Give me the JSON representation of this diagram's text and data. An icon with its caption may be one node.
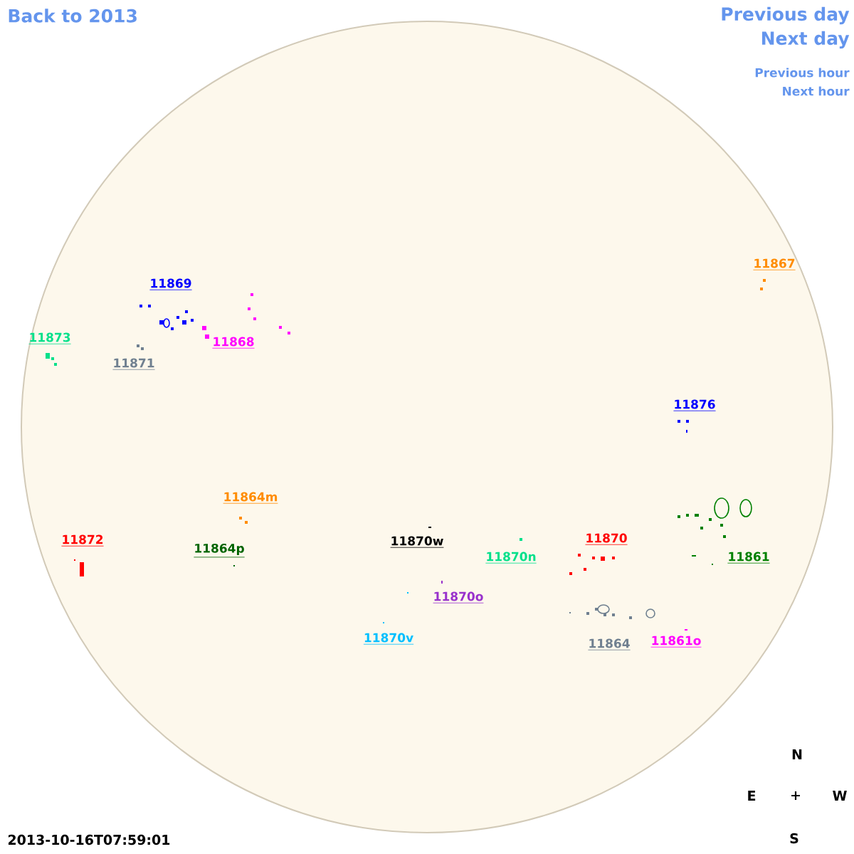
{
  "diagram": {
    "nodes": [
      {
        "text": [],
        "shape": "circle"
      },
      {
        "text": [
          "11867"
        ],
        "in": 0
      },
      {
        "text": [
          "11869"
        ],
        "in": 0
      },
      {
        "text": [
          "11873"
        ],
        "in": 0
      },
      {
        "text": [
          "11868"
        ],
        "in": 0
      },
      {
        "text": [
          "11871"
        ],
        "in": 0
      },
      {
        "text": [
          "11876"
        ],
        "in": 0
      },
      {
        "text": [
          "11864m"
        ],
        "in": 0
      },
      {
        "text": [
          "11870"
        ],
        "in": 0
      },
      {
        "text": [
          "11872"
        ],
        "in": 0
      },
      {
        "text": [
          "11870w"
        ],
        "in": 0
      },
      {
        "text": [
          "11864p"
        ],
        "in": 0
      },
      {
        "text": [
          "11861"
        ],
        "in": 0
      },
      {
        "text": [
          "11870n"
        ],
        "in": 0
      },
      {
        "text": [
          "11870o"
        ],
        "in": 0
      },
      {
        "text": [
          "11870v"
        ],
        "in": 0
      },
      {
        "text": [
          "11861o"
        ],
        "in": 0
      },
      {
        "text": [
          "11864"
        ],
        "in": 0
      }
    ],
    "labels": [
      "Back to 2013",
      "Previous day",
      "Next day",
      "Previous hour",
      "Next hour",
      "N",
      "E",
      "+",
      "W",
      "S",
      "2013-10-16T07:59:01"
    ]
  }
}
